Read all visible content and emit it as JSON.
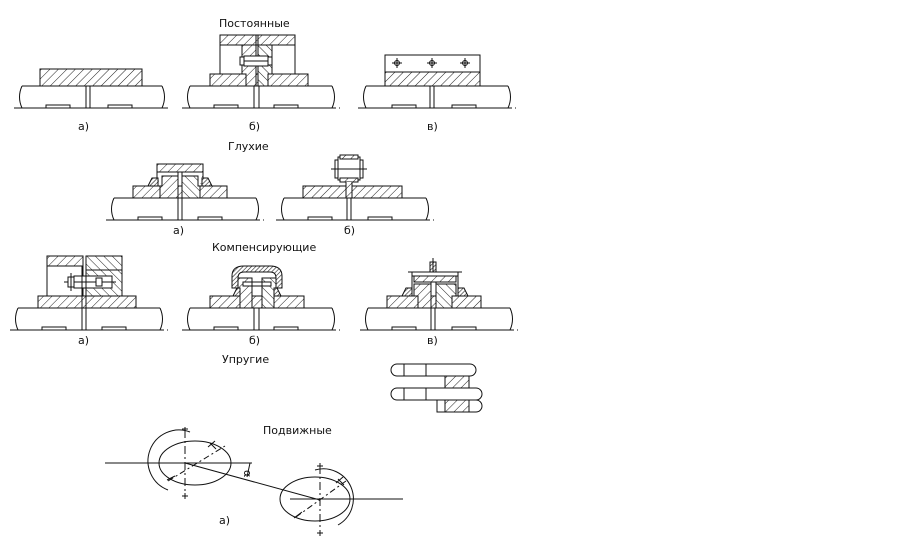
{
  "headings": {
    "permanent": "Постоянные",
    "rigid": "Глухие",
    "compensating": "Компенсирующие",
    "elastic": "Упругие",
    "movable": "Подвижные"
  },
  "sublabels": {
    "perm_a": "а)",
    "perm_b": "б)",
    "perm_v": "в)",
    "rigid_a": "а)",
    "rigid_b": "б)",
    "comp_a": "а)",
    "comp_b": "б)",
    "comp_v": "в)",
    "mov_a": "а)"
  },
  "angle_symbol": "α"
}
